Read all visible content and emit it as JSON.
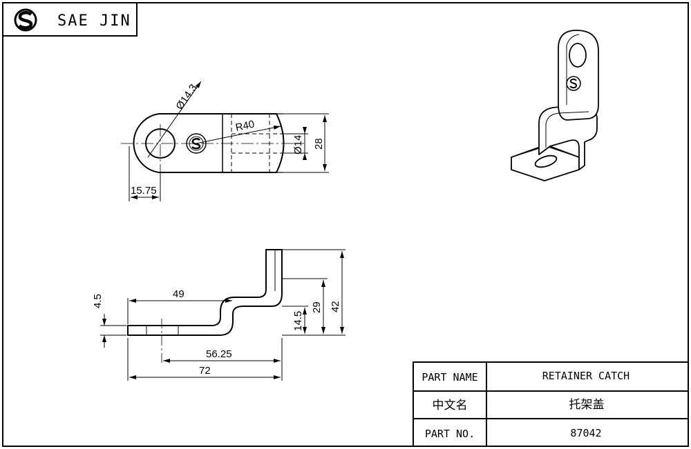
{
  "brand": {
    "logo_icon": "sae-jin-s-logo-icon",
    "name": "SAE JIN"
  },
  "views": {
    "top": {
      "dims": {
        "hole_dia": "Ø14.3",
        "radius": "R40",
        "slot_dia": "Ø14",
        "height": "28",
        "edge_offset": "15.75"
      }
    },
    "side": {
      "dims": {
        "thickness": "4.5",
        "flange_length": "49",
        "step_height": "14.5",
        "mid_height": "29",
        "total_height": "42",
        "hole_to_end": "56.25",
        "total_length": "72"
      }
    },
    "iso": {
      "description_icon": "isometric-bracket-icon"
    }
  },
  "title_block": {
    "rows": [
      {
        "label": "PART NAME",
        "value": "RETAINER CATCH"
      },
      {
        "label": "中文名",
        "value": "托架盖"
      },
      {
        "label": "PART NO.",
        "value": "87042"
      }
    ]
  }
}
